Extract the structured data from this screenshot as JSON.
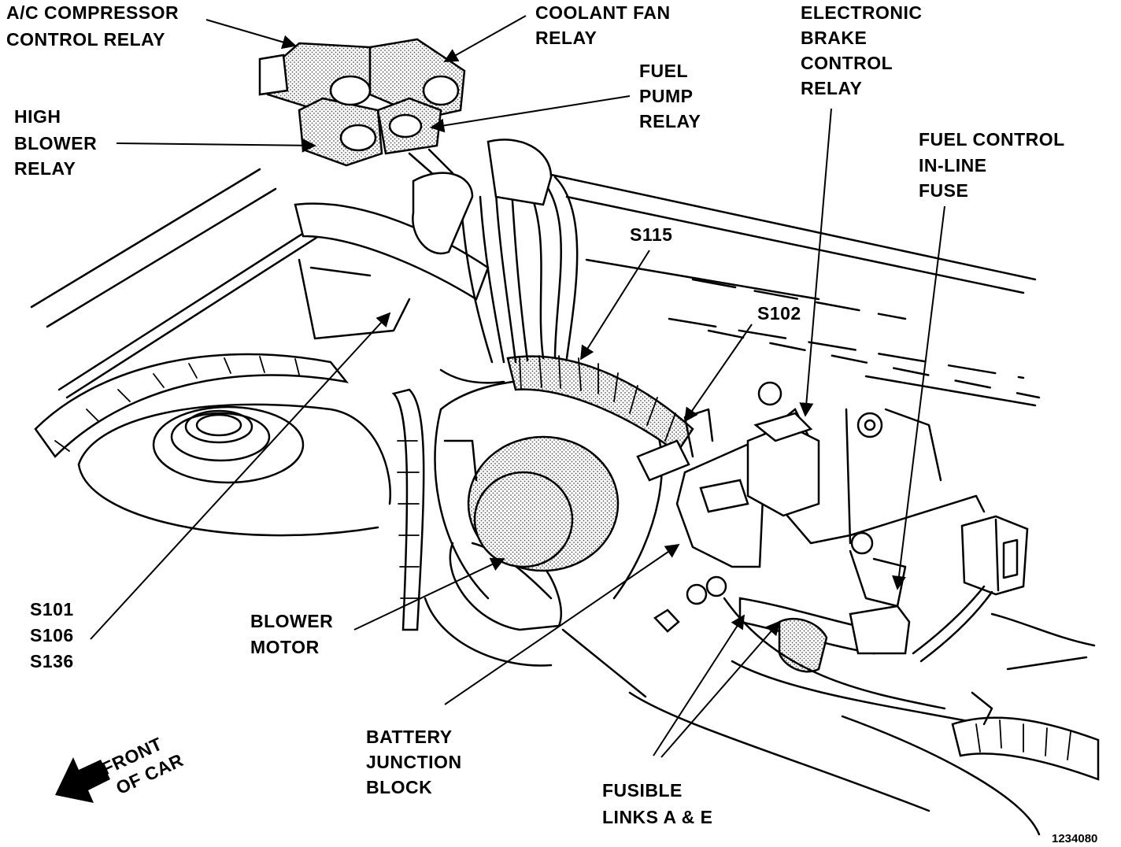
{
  "labels": {
    "ac_compressor": [
      "A/C COMPRESSOR",
      "CONTROL RELAY"
    ],
    "coolant_fan": [
      "COOLANT FAN",
      "RELAY"
    ],
    "electronic_brake": [
      "ELECTRONIC",
      "BRAKE",
      "CONTROL",
      "RELAY"
    ],
    "fuel_pump": [
      "FUEL",
      "PUMP",
      "RELAY"
    ],
    "high_blower": [
      "HIGH",
      "BLOWER",
      "RELAY"
    ],
    "fuel_control": [
      "FUEL CONTROL",
      "IN-LINE",
      "FUSE"
    ],
    "s115": "S115",
    "s102": "S102",
    "splices": [
      "S101",
      "S106",
      "S136"
    ],
    "blower_motor": [
      "BLOWER",
      "MOTOR"
    ],
    "battery_junction": [
      "BATTERY",
      "JUNCTION",
      "BLOCK"
    ],
    "fusible_links": [
      "FUSIBLE",
      "LINKS A & E"
    ],
    "front_of_car": [
      "FRONT",
      "OF CAR"
    ],
    "figure_number": "1234080"
  }
}
